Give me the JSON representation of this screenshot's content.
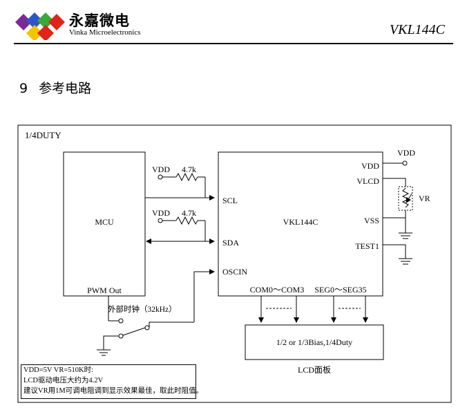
{
  "header": {
    "brand_cn": "永嘉微电",
    "brand_en": "Vinka Microelectronics",
    "model": "VKL144C"
  },
  "section": {
    "number": "9",
    "title": "参考电路"
  },
  "diagram": {
    "duty_label": "1/4DUTY",
    "mcu": {
      "label": "MCU",
      "pwm_label": "PWM Out"
    },
    "chip": {
      "label": "VKL144C",
      "pins_left": [
        "SCL",
        "SDA",
        "OSCIN"
      ],
      "pins_right": [
        "VDD",
        "VLCD",
        "VSS",
        "TEST1"
      ],
      "pins_bottom": [
        "COM0～COM3",
        "SEG0～SEG35"
      ]
    },
    "pullups": [
      {
        "supply": "VDD",
        "value": "4.7k"
      },
      {
        "supply": "VDD",
        "value": "4.7k"
      }
    ],
    "vdd_top": "VDD",
    "vr_label": "VR",
    "clock_label": "外部时钟（32kHz）",
    "lcd_box": {
      "label": "1/2 or 1/3Bias,1/4Duty",
      "caption": "LCD面板"
    },
    "notes": [
      "VDD=5V VR=510K时:",
      "LCD驱动电压大约为4.2V",
      "建议VR用1M可调电阻调到显示效果最佳，取此时阻值。"
    ]
  },
  "colors": {
    "logo_blue": "#2e55c8",
    "logo_red": "#e0241b",
    "logo_yellow": "#f5c400",
    "logo_green": "#3aa935",
    "logo_purple": "#7a2a96"
  }
}
